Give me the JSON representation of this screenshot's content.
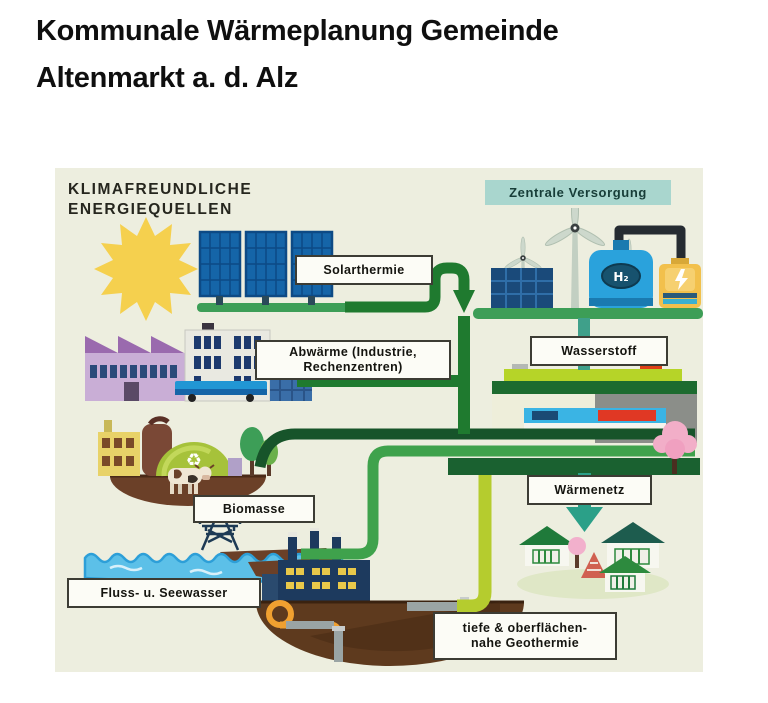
{
  "title": {
    "line1": "Kommunale Wärmeplanung Gemeinde",
    "line2": "Altenmarkt a. d. Alz"
  },
  "diagram": {
    "heading": {
      "line1": "KLIMAFREUNDLICHE",
      "line2": "ENERGIEQUELLEN"
    },
    "central_supply": "Zentrale Versorgung",
    "labels": {
      "solar": "Solarthermie",
      "waste_heat_bold": "Abwärme",
      "waste_heat_rest": " (Industrie,",
      "waste_heat_line2": "Rechenzentren)",
      "hydrogen": "Wasserstoff",
      "biomass": "Biomasse",
      "heat_network": "Wärmenetz",
      "river_lake_water": "Fluss- u. Seewasser",
      "geothermal_line1": "tiefe & oberflächen-",
      "geothermal_line2": "nahe Geothermie"
    },
    "icons": {
      "h2_badge": "H₂",
      "recycle_symbol": "♻"
    },
    "colors": {
      "panel_bg": "#edeedf",
      "central_supply_bg": "#a9d6ce",
      "pipe_dark_green": "#1f7a2f",
      "pipe_deep_green": "#17542a",
      "pipe_medium_green": "#3fa24c",
      "pipe_teal": "#2ba088",
      "pipe_lime": "#b5cc2e",
      "sun_yellow": "#f5d04e",
      "solar_panel_blue": "#1565a8",
      "hydrogen_tank_blue": "#2aa2dc",
      "battery_yellow": "#f2c04c",
      "storage_gray": "#8b8e89",
      "ground_brown": "#6b4028",
      "water_blue": "#5cc0e8"
    }
  }
}
